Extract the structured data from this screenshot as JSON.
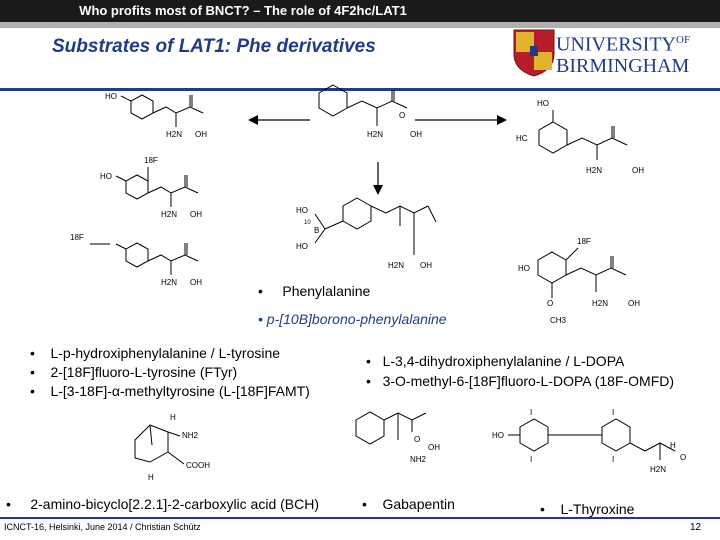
{
  "header": {
    "title": "Who profits most of BNCT? – The role of 4F2hc/LAT1"
  },
  "slide": {
    "title": "Substrates of LAT1: Phe derivatives"
  },
  "logo": {
    "line1": "UNIVERSITY",
    "line1_sup": "OF",
    "line2": "BIRMINGHAM"
  },
  "chem": {
    "ho": "HO",
    "h2n": "H2N",
    "oh": "OH",
    "o": "O",
    "b": "B",
    "f18": "18F",
    "b10": "10",
    "h": "H",
    "nh2": "NH2",
    "cooh": "COOH",
    "i": "I",
    "ch3": "CH3",
    "hc": "HC"
  },
  "center": {
    "items": [
      "Phenylalanine",
      "p-[10B]borono-phenylalanine"
    ]
  },
  "left_list": [
    "L-p-hydroxiphenylalanine / L-tyrosine",
    "2-[18F]fluoro-L-tyrosine (FTyr)",
    "L-[3-18F]-α-methyltyrosine (L-[18F]FAMT)"
  ],
  "right_list": [
    "L-3,4-dihydroxiphenylalanine / L-DOPA",
    "3-O-methyl-6-[18F]fluoro-L-DOPA (18F-OMFD)"
  ],
  "bottom": {
    "bch": "2-amino-bicyclo[2.2.1]-2-carboxylic acid (BCH)",
    "gabapentin": "Gabapentin",
    "thyroxine": "L-Thyroxine"
  },
  "footer": {
    "left": "ICNCT-16, Helsinki, June 2014 / Christian Schütz",
    "page": "12"
  },
  "colors": {
    "brand_blue": "#1f3c88",
    "top_bar": "#1a1a1a",
    "crest_red": "#b81e2a",
    "crest_gold": "#e2b32c"
  }
}
